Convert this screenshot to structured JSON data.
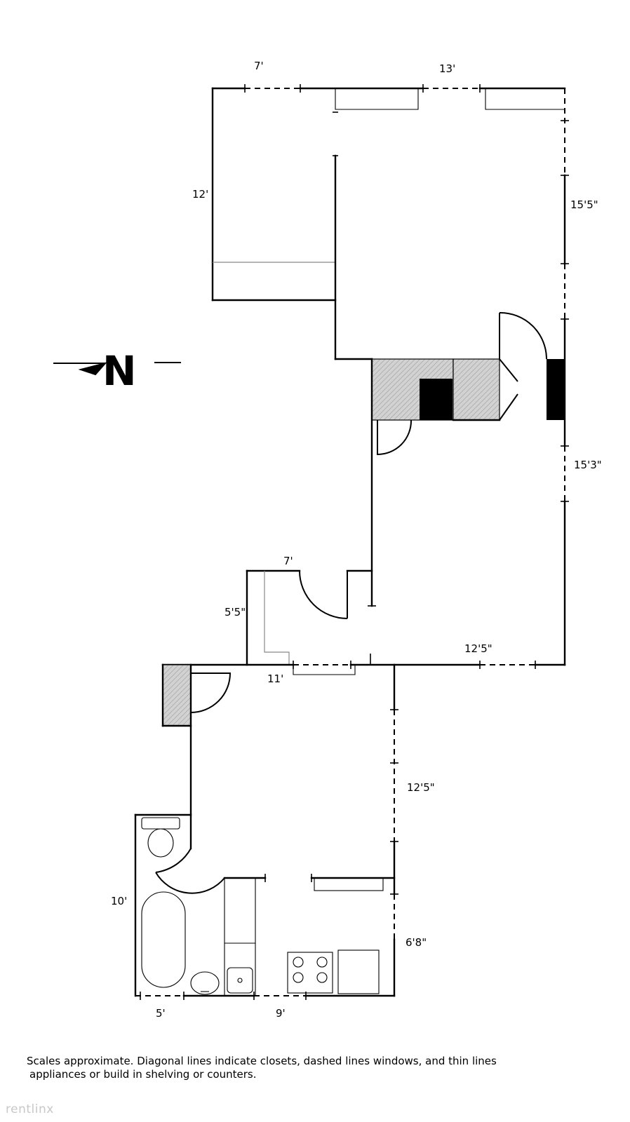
{
  "dimensions": {
    "top_left_width": "7'",
    "top_right_width": "13'",
    "left_room_depth": "12'",
    "right_upper_depth": "15'5\"",
    "right_lower_depth": "15'3\"",
    "hall_closet_width": "7'",
    "hall_closet_depth": "5'5\"",
    "right_bottom_width": "12'5\"",
    "middle_width": "11'",
    "lower_right_depth": "12'5\"",
    "kitchen_depth": "6'8\"",
    "bath_depth": "10'",
    "bath_width": "5'",
    "kitchen_width": "9'"
  },
  "compass": {
    "label": "N",
    "icon": "north-arrow-icon"
  },
  "legend_note": {
    "line1": "Scales approximate. Diagonal lines indicate closets, dashed lines windows, and thin lines",
    "line2": "appliances or build in shelving or counters."
  },
  "watermark": "rentlinx",
  "colors": {
    "wall": "#000000",
    "closet_fill": "#cfcfcf",
    "thin_line": "#888888"
  }
}
